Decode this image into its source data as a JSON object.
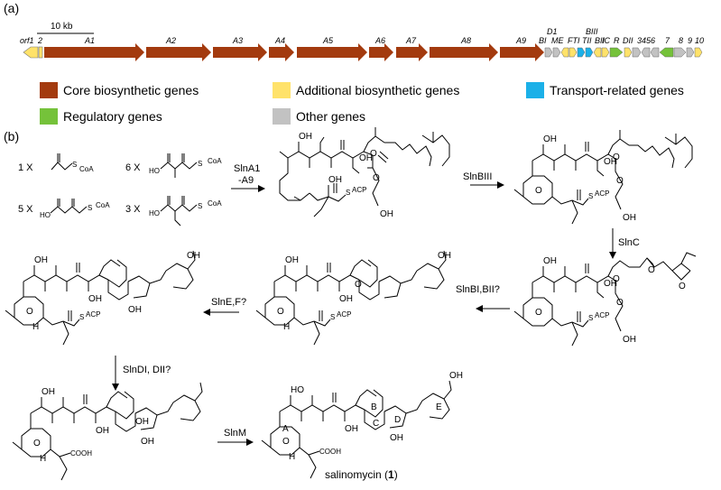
{
  "panel_a": {
    "label": "(a)",
    "scale_label": "10 kb",
    "gene_labels": [
      "orf1",
      "2",
      "A1",
      "A2",
      "A3",
      "A4",
      "A5",
      "A6",
      "A7",
      "A8",
      "A9",
      "BI",
      "ME",
      "FTI",
      "TII",
      "BII",
      "BIII",
      "IC",
      "R",
      "DII",
      "3456",
      "7",
      "8",
      "9",
      "10",
      "D1"
    ],
    "legend": [
      {
        "text": "Core biosynthetic genes",
        "color": "#a33a0e"
      },
      {
        "text": "Additional biosynthetic genes",
        "color": "#ffe26a"
      },
      {
        "text": "Transport-related genes",
        "color": "#1bb0e8"
      },
      {
        "text": "Regulatory genes",
        "color": "#75c23a"
      },
      {
        "text": "Other genes",
        "color": "#c2c2c2"
      }
    ]
  },
  "panel_b": {
    "label": "(b)",
    "starters": [
      {
        "count": "1 X",
        "name": "CoA"
      },
      {
        "count": "5 X",
        "name": "CoA"
      },
      {
        "count": "6 X",
        "name": "CoA"
      },
      {
        "count": "3 X",
        "name": "CoA"
      }
    ],
    "atoms": {
      "oh": "OH",
      "ho": "HO",
      "o": "O",
      "h": "H",
      "s": "S",
      "acp": "ACP",
      "cooh": "COOH"
    },
    "steps": {
      "s1a": "SlnA1",
      "s1b": "-A9",
      "s2": "SlnBIII",
      "s3": "SlnC",
      "s4": "SlnBI,BII?",
      "s5": "SlnE,F?",
      "s6": "SlnDI, DII?",
      "s7": "SlnM"
    },
    "rings": [
      "A",
      "B",
      "C",
      "D",
      "E"
    ],
    "product": {
      "name": "salinomycin",
      "number": "1"
    }
  }
}
